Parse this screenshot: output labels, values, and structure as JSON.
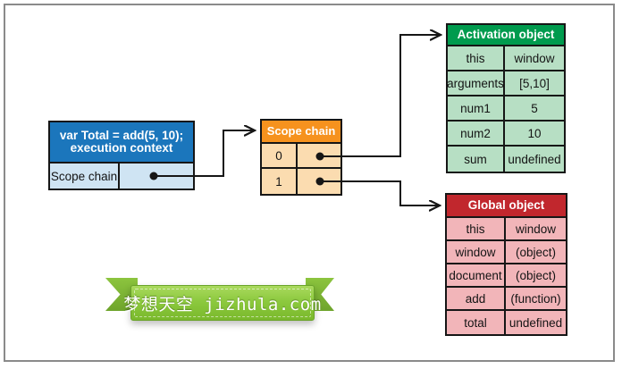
{
  "diagram": {
    "exec_context": {
      "title_line1": "var Total = add(5, 10);",
      "title_line2": "execution context",
      "row_label": "Scope chain"
    },
    "scope_chain": {
      "title": "Scope chain",
      "rows": [
        "0",
        "1"
      ]
    },
    "activation_object": {
      "title": "Activation object",
      "rows": [
        {
          "key": "this",
          "value": "window"
        },
        {
          "key": "arguments",
          "value": "[5,10]"
        },
        {
          "key": "num1",
          "value": "5"
        },
        {
          "key": "num2",
          "value": "10"
        },
        {
          "key": "sum",
          "value": "undefined"
        }
      ]
    },
    "global_object": {
      "title": "Global object",
      "rows": [
        {
          "key": "this",
          "value": "window"
        },
        {
          "key": "window",
          "value": "(object)"
        },
        {
          "key": "document",
          "value": "(object)"
        },
        {
          "key": "add",
          "value": "(function)"
        },
        {
          "key": "total",
          "value": "undefined"
        }
      ]
    },
    "colors": {
      "exec_header_bg": "#1b76bc",
      "exec_row_bg": "#cfe4f3",
      "scope_header_bg": "#f6921e",
      "scope_row_bg": "#fbdcb0",
      "activation_header_bg": "#009b4e",
      "activation_row_bg": "#b7dfc4",
      "global_header_bg": "#c1272d",
      "global_row_bg": "#f2b5b9",
      "border": "#161616",
      "arrow": "#161616",
      "ribbon_green": "#8dc63f"
    }
  },
  "ribbon": {
    "text": "梦想天空 jizhula.com"
  }
}
